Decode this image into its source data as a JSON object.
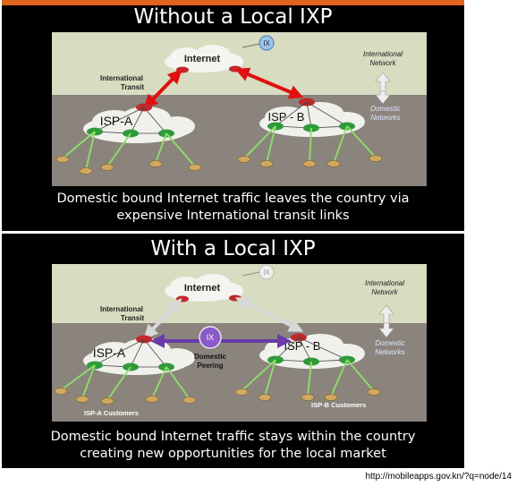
{
  "top": {
    "title": "Without a Local IXP",
    "internet_label": "Internet",
    "ix_badge": "IX",
    "intl_transit": [
      "International",
      "Transit"
    ],
    "intl_network": [
      "International",
      "Network"
    ],
    "domestic_networks": [
      "Domestic",
      "Networks"
    ],
    "isp_a": "ISP-A",
    "isp_b": "ISP - B",
    "caption": [
      "Domestic bound Internet traffic leaves the country via",
      "expensive International transit links"
    ]
  },
  "bottom": {
    "title": "With a Local IXP",
    "internet_label": "Internet",
    "ix_badge": "IX",
    "ix_local": "IX",
    "intl_transit": [
      "International",
      "Transit"
    ],
    "intl_network": [
      "International",
      "Network"
    ],
    "domestic_networks": [
      "Domestic",
      "Networks"
    ],
    "domestic_peering": [
      "Domestic",
      "Peering"
    ],
    "isp_a": "ISP-A",
    "isp_b": "ISP - B",
    "isp_a_customers": "ISP-A Customers",
    "isp_b_customers": "ISP-B Customers",
    "caption": [
      "Domestic bound Internet traffic stays within the country",
      "creating new opportunities for the local market"
    ]
  },
  "source": "http://mobileapps.gov.kn/?q=node/14",
  "colors": {
    "panel_bg": "#000000",
    "sky": "#d8dcc0",
    "ground": "#8b847d",
    "transit_red": "#e01010",
    "transit_white": "#d8d8d8",
    "peering_purple": "#6a3aa8",
    "router_red": "#c0282c",
    "router_green": "#2f9a3a",
    "router_tan": "#d0a860"
  }
}
